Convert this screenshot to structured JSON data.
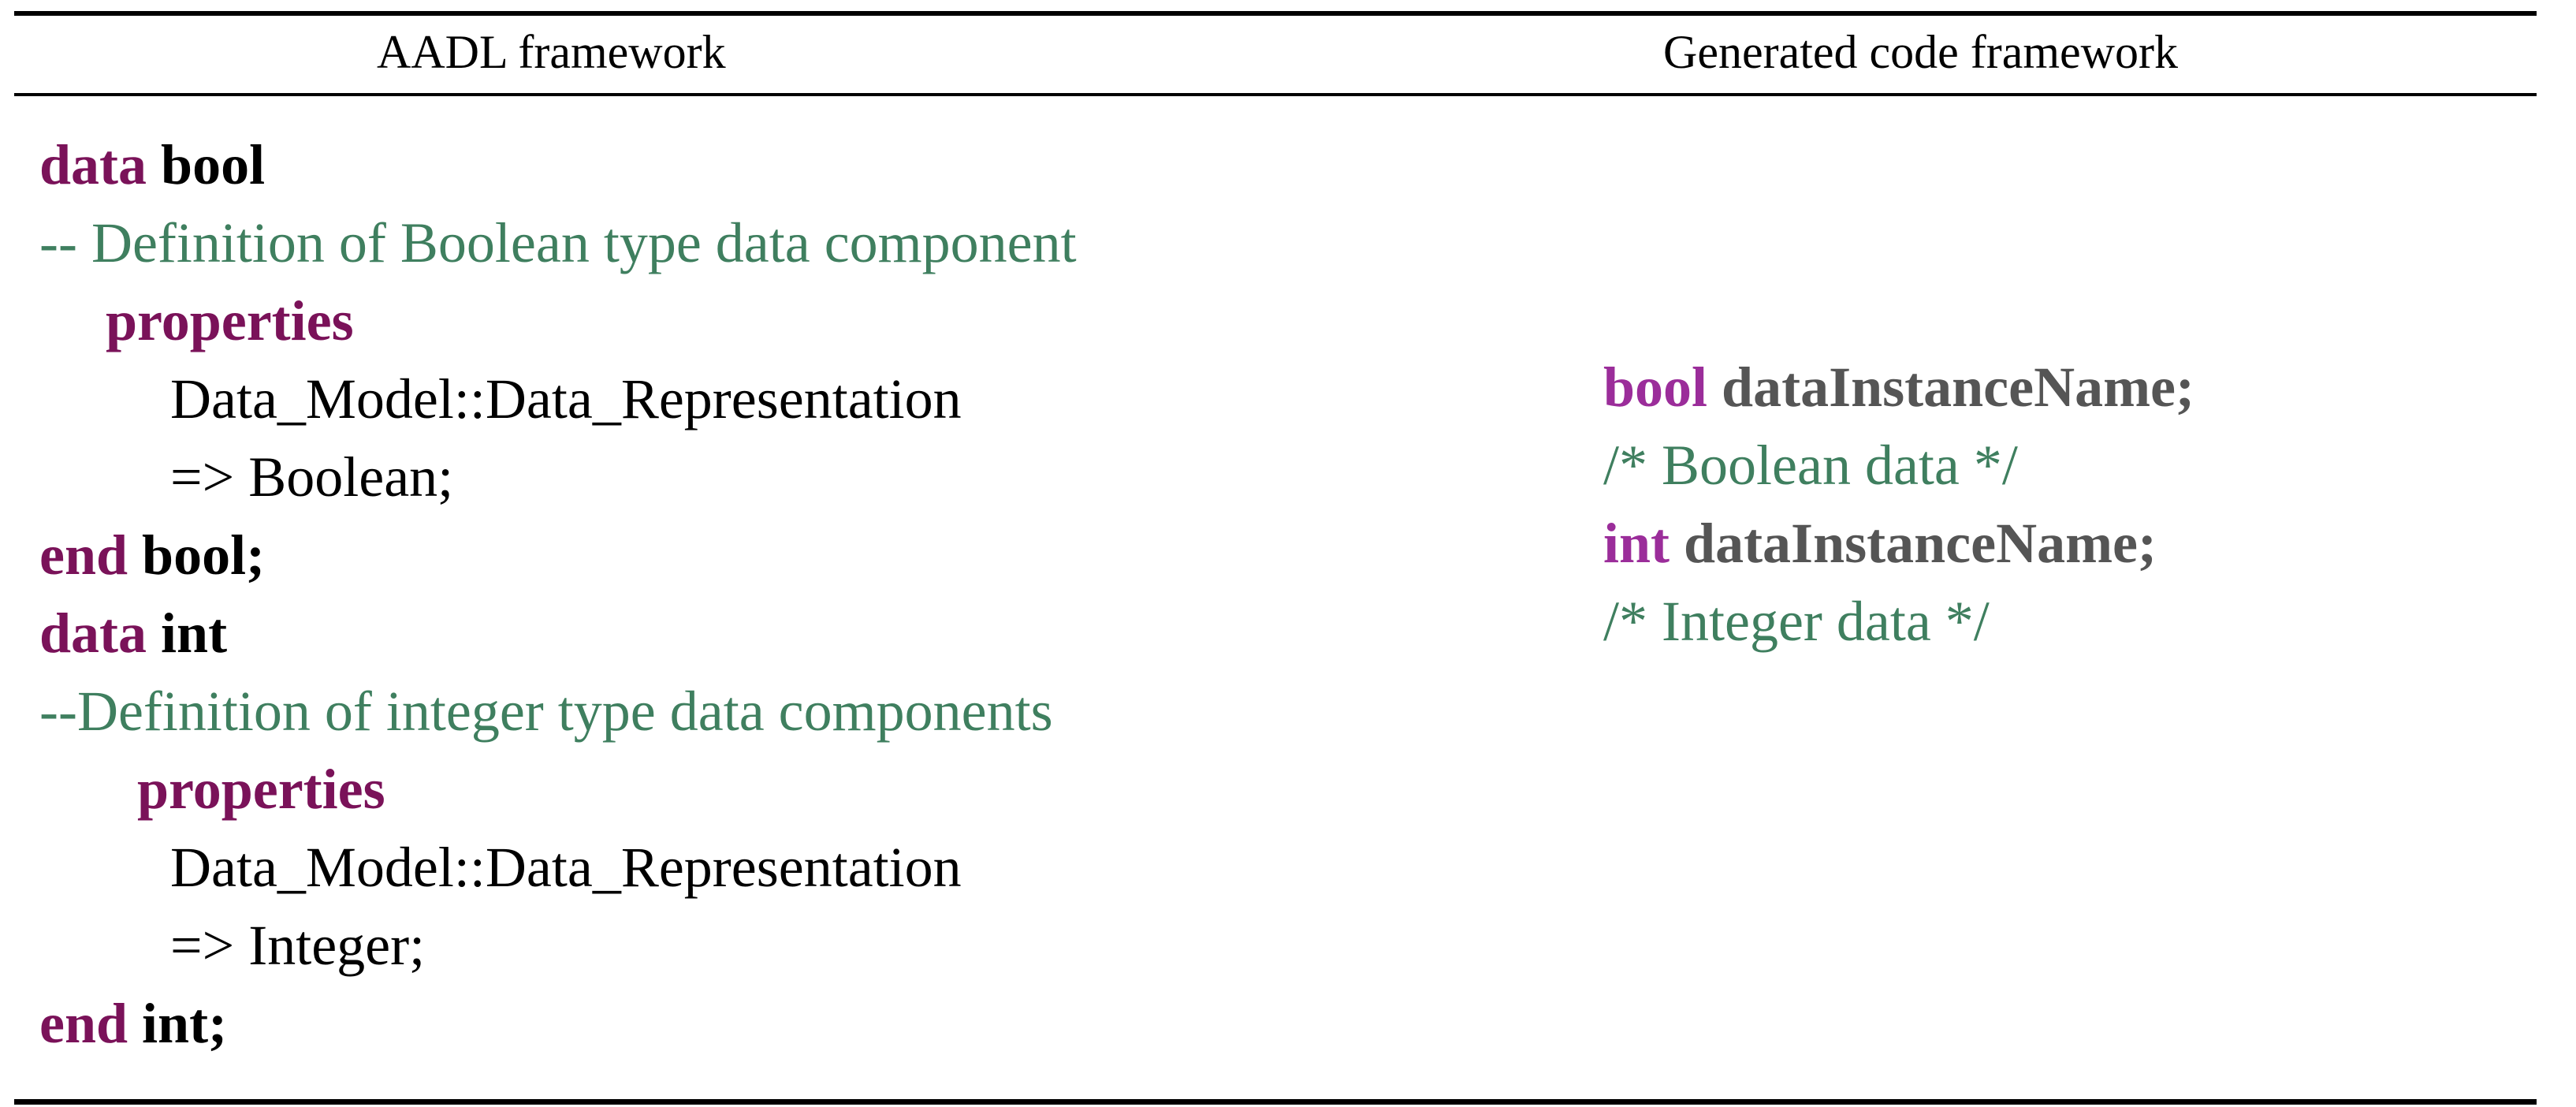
{
  "table": {
    "headers": [
      "AADL framework",
      "Generated code framework"
    ],
    "aadl": {
      "data_bool": {
        "keyword": "data",
        "name": "bool"
      },
      "bool_comment": "-- Definition of Boolean type data component",
      "bool_properties": "properties",
      "bool_property_name": "Data_Model::Data_Representation",
      "bool_property_value": "=> Boolean;",
      "end_bool": {
        "keyword": "end",
        "name": "bool;"
      },
      "data_int": {
        "keyword": "data",
        "name": "int"
      },
      "int_comment": "--Definition of integer type data components",
      "int_properties": "properties",
      "int_property_name": "Data_Model::Data_Representation",
      "int_property_value": "=> Integer;",
      "end_int": {
        "keyword": "end",
        "name": "int;"
      }
    },
    "generated": {
      "bool_decl": {
        "type": "bool",
        "name": "dataInstanceName;"
      },
      "bool_comment": "/* Boolean data */",
      "int_decl": {
        "type": "int",
        "name": "dataInstanceName;"
      },
      "int_comment": "/* Integer data */"
    }
  },
  "colors": {
    "aadl_keyword": "#7a1259",
    "c_keyword": "#9b2d9a",
    "comment": "#3f7f5f",
    "generated_identifier": "#555555"
  }
}
